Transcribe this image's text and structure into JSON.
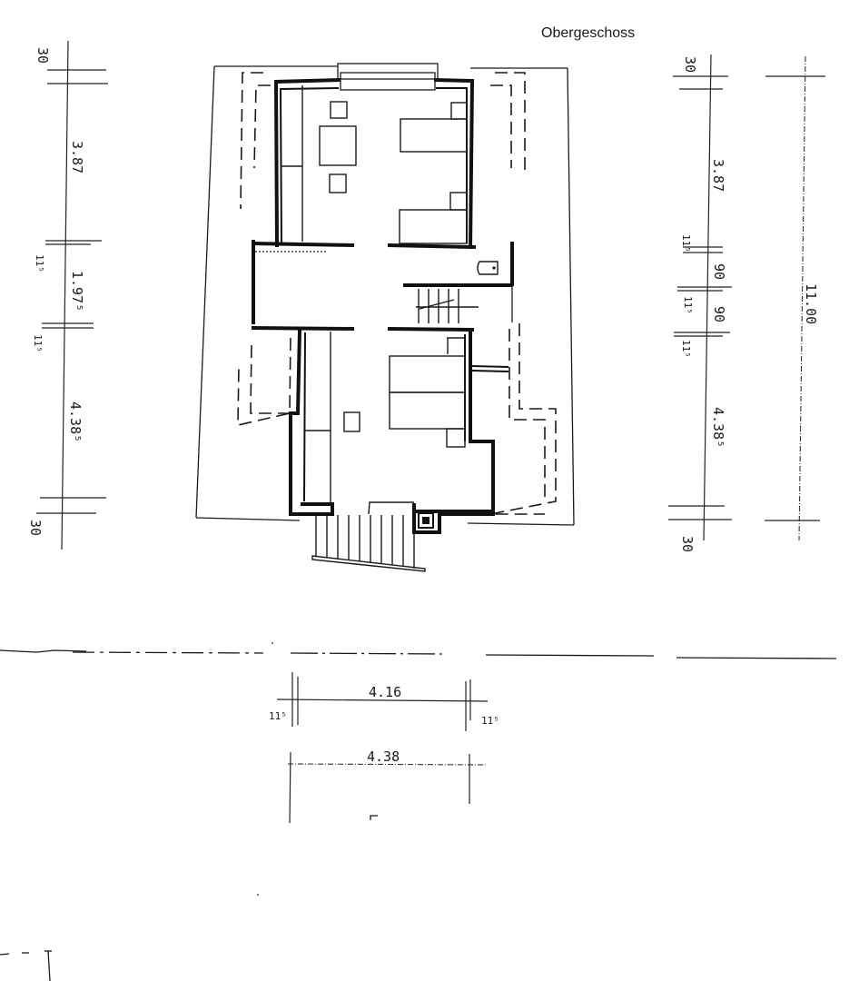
{
  "title": "Obergeschoss",
  "colors": {
    "ink": "#111111",
    "paper": "#ffffff"
  },
  "dimensions": {
    "left": {
      "top_overhang": "30",
      "room_top": "3.87",
      "wall_1": "11⁵",
      "hall": "1.97⁵",
      "wall_2": "11⁵",
      "room_bottom": "4.38⁵",
      "bottom_overhang": "30"
    },
    "right": {
      "top_overhang": "30",
      "room_top": "3.87",
      "wall_1": "11⁵",
      "hall_a": "90",
      "wall_2": "11⁵",
      "hall_b": "90",
      "wall_3": "11⁵",
      "room_bottom": "4.38⁵",
      "bottom_overhang": "30",
      "total": "11.00"
    },
    "bottom": {
      "inner_width": "4.16",
      "wall_left": "11⁵",
      "wall_right": "11⁵",
      "outer_width": "4.38"
    }
  },
  "plan": {
    "rooms": [
      "upper-bedroom",
      "hallway",
      "lower-bedroom",
      "staircase",
      "entrance-stairs",
      "chimney"
    ]
  }
}
